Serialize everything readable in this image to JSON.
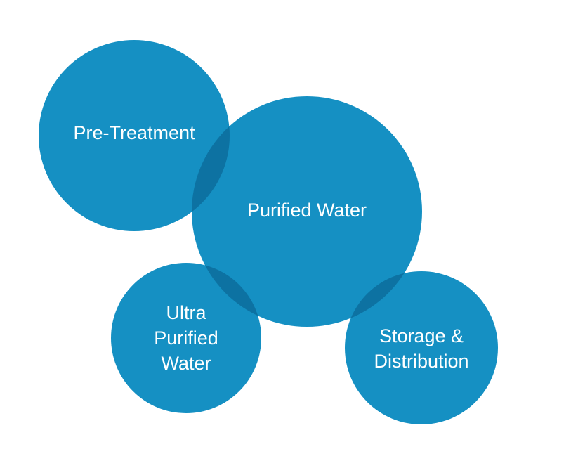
{
  "colors": {
    "circle": "#1590c3",
    "overlap": "#0d72a2",
    "text": "#ffffff"
  },
  "nodes": [
    {
      "id": "pre-treatment",
      "label": "Pre-Treatment"
    },
    {
      "id": "purified-water",
      "label": "Purified Water"
    },
    {
      "id": "ultra-purified-water",
      "label": "Ultra\nPurified\nWater"
    },
    {
      "id": "storage-distribution",
      "label": "Storage &\nDistribution"
    }
  ],
  "overlaps": [
    [
      "pre-treatment",
      "purified-water"
    ],
    [
      "purified-water",
      "ultra-purified-water"
    ],
    [
      "purified-water",
      "storage-distribution"
    ]
  ]
}
